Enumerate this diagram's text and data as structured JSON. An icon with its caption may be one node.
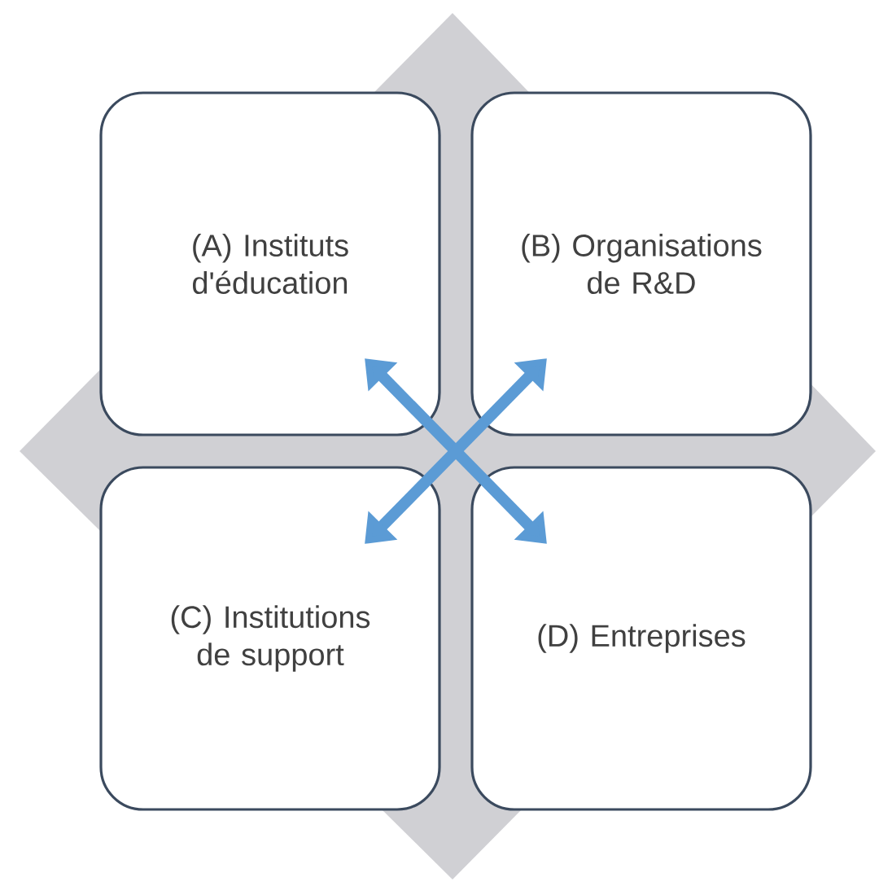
{
  "diagram": {
    "nodes": [
      {
        "text": [
          "(A) Instituts d'éducation"
        ]
      },
      {
        "text": [
          "(B) Organisations de R&D"
        ]
      },
      {
        "text": [
          "(C) Institutions de support"
        ]
      },
      {
        "text": [
          "(D) Entreprises"
        ]
      }
    ],
    "edges": [
      {
        "from": 0,
        "to": 3,
        "arrow": "both"
      },
      {
        "from": 1,
        "to": 2,
        "arrow": "both"
      }
    ]
  }
}
